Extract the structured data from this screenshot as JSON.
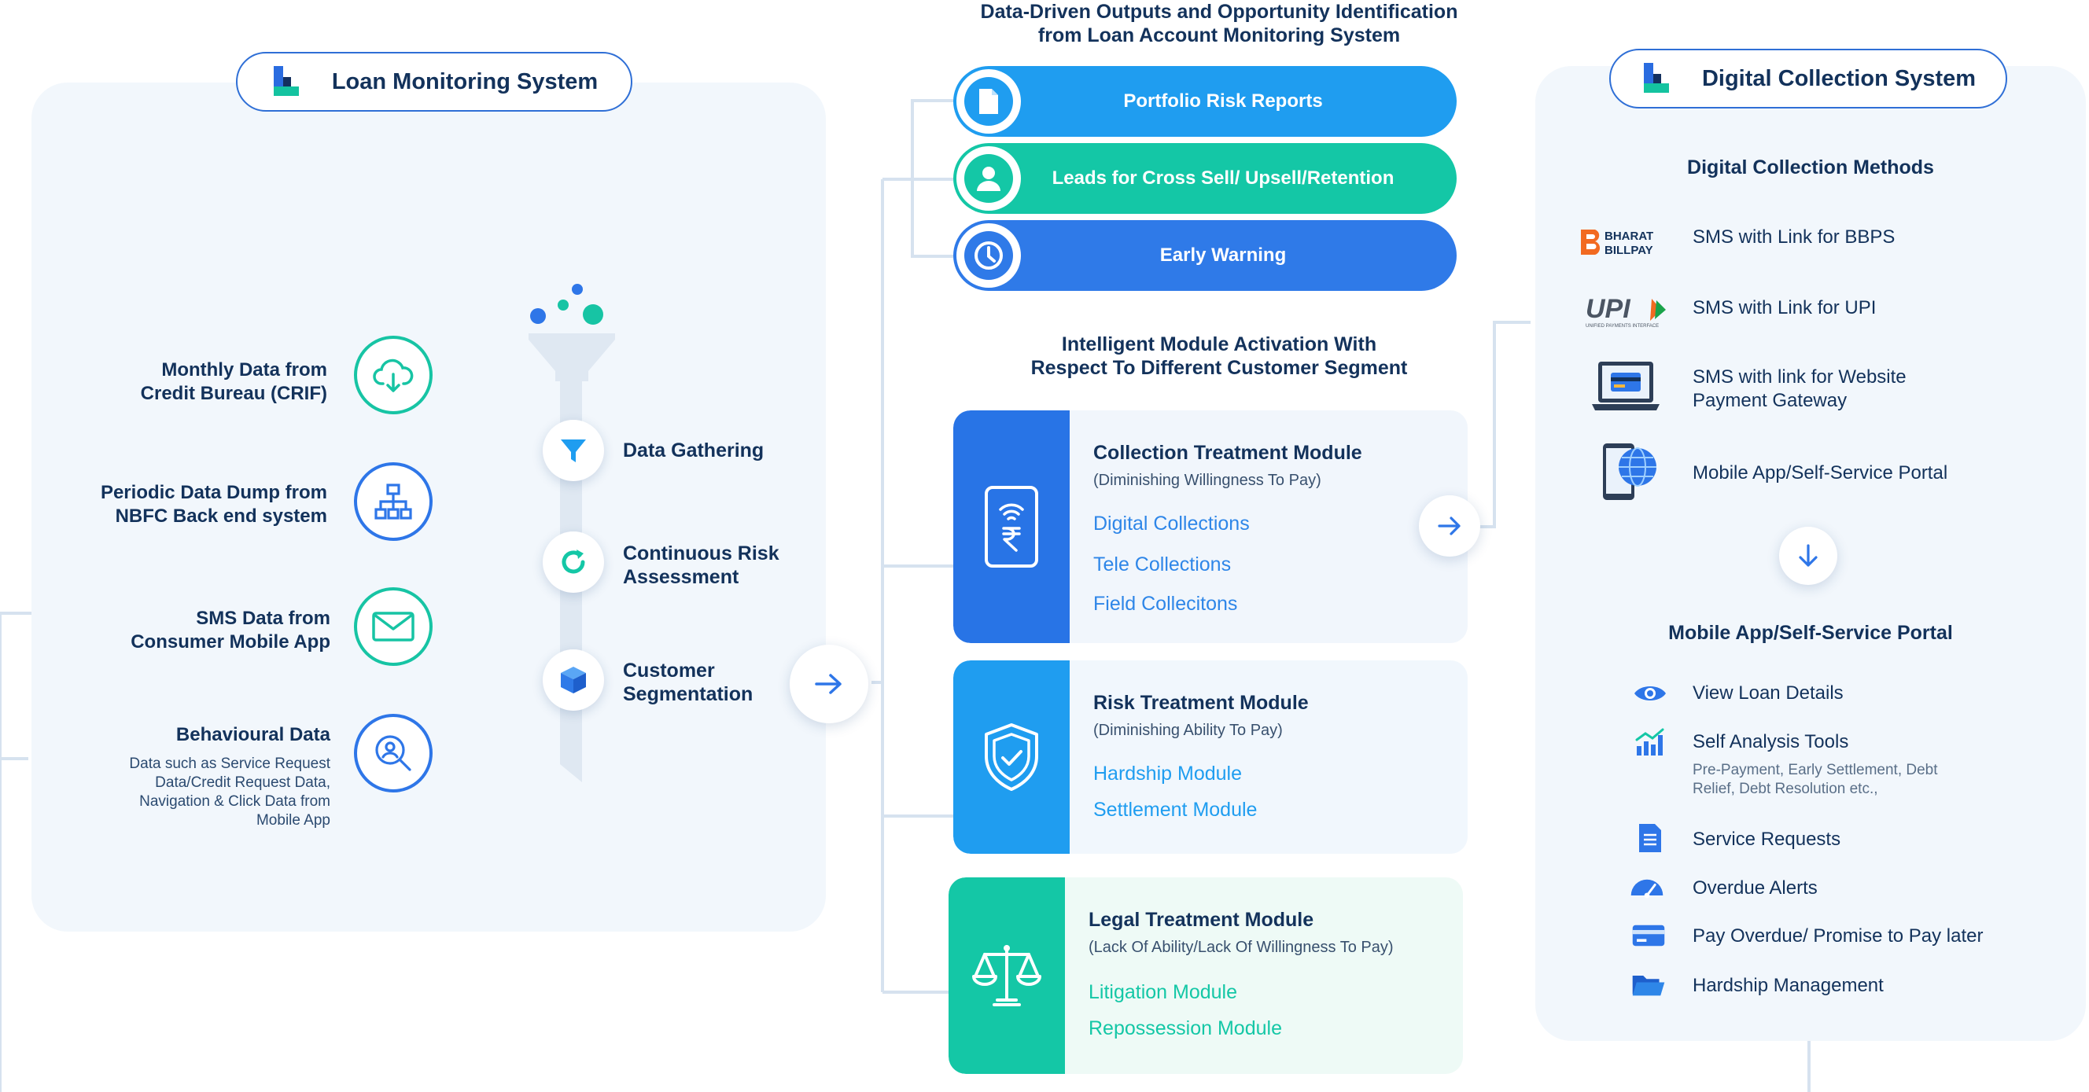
{
  "colors": {
    "teal": "#17c4a4",
    "blue": "#2e76e8",
    "dark_blue": "#13325b",
    "panel": "#f2f7fc",
    "risk_reports": "#1f9df0",
    "leads": "#14c7a6",
    "early_warning": "#2f7ae8"
  },
  "loan_monitoring": {
    "title": "Loan Monitoring System",
    "sources": [
      {
        "label_1": "Monthly Data from",
        "label_2": "Credit Bureau (CRIF)",
        "icon": "cloud-download-icon"
      },
      {
        "label_1": "Periodic Data Dump from",
        "label_2": "NBFC Back end system",
        "icon": "hierarchy-icon"
      },
      {
        "label_1": "SMS Data from",
        "label_2": "Consumer Mobile App",
        "icon": "mail-icon"
      },
      {
        "label_1": "Behavioural Data",
        "icon": "search-user-icon",
        "details": [
          "Data such as Service Request",
          "Data/Credit Request Data,",
          "Navigation & Click Data from",
          "Mobile App"
        ]
      }
    ],
    "stages": [
      {
        "label_1": "Data Gathering",
        "icon": "filter-icon"
      },
      {
        "label_1": "Continuous Risk",
        "label_2": "Assessment",
        "icon": "refresh-icon"
      },
      {
        "label_1": "Customer",
        "label_2": "Segmentation",
        "icon": "cube-icon"
      }
    ]
  },
  "outputs": {
    "heading_1": "Data-Driven Outputs and Opportunity Identification",
    "heading_2": "from Loan Account Monitoring System",
    "items": [
      {
        "label": "Portfolio Risk Reports",
        "icon": "document-icon"
      },
      {
        "label": "Leads for Cross Sell/ Upsell/Retention",
        "icon": "user-icon"
      },
      {
        "label": "Early Warning",
        "icon": "clock-icon"
      }
    ]
  },
  "modules": {
    "heading_1": "Intelligent Module Activation With",
    "heading_2": "Respect To Different Customer Segment",
    "items": [
      {
        "title": "Collection Treatment Module",
        "subtitle": "(Diminishing Willingness To Pay)",
        "icon": "phone-rupee-icon",
        "entries": [
          "Digital Collections",
          "Tele Collections",
          "Field Collecitons"
        ]
      },
      {
        "title": "Risk Treatment Module",
        "subtitle": "(Diminishing Ability To Pay)",
        "icon": "shield-check-icon",
        "entries": [
          "Hardship Module",
          "Settlement Module"
        ]
      },
      {
        "title": "Legal Treatment Module",
        "subtitle": "(Lack Of Ability/Lack Of Willingness To Pay)",
        "icon": "scales-icon",
        "entries": [
          "Litigation Module",
          "Repossession Module"
        ]
      }
    ]
  },
  "digital_collection": {
    "title": "Digital Collection System",
    "methods_heading": "Digital Collection Methods",
    "methods": [
      {
        "label_1": "SMS with Link for BBPS",
        "icon": "bharat-billpay-logo",
        "logo_text_1": "BHARAT",
        "logo_text_2": "BILLPAY"
      },
      {
        "label_1": "SMS with Link for UPI",
        "icon": "upi-logo",
        "logo_text_1": "UPI",
        "logo_text_2": "UNIFIED PAYMENTS INTERFACE"
      },
      {
        "label_1": "SMS with link for Website",
        "label_2": "Payment Gateway",
        "icon": "laptop-card-icon"
      },
      {
        "label_1": "Mobile App/Self-Service Portal",
        "icon": "mobile-globe-icon"
      }
    ],
    "portal_heading": "Mobile App/Self-Service Portal",
    "portal_items": [
      {
        "label": "View Loan Details",
        "icon": "eye-icon"
      },
      {
        "label": "Self Analysis Tools",
        "icon": "bar-chart-icon",
        "details": [
          "Pre-Payment, Early Settlement, Debt",
          "Relief, Debt Resolution etc.,"
        ]
      },
      {
        "label": "Service Requests",
        "icon": "document-lines-icon"
      },
      {
        "label": "Overdue Alerts",
        "icon": "gauge-icon"
      },
      {
        "label": "Pay Overdue/ Promise to Pay later",
        "icon": "card-icon"
      },
      {
        "label": "Hardship Management",
        "icon": "folder-icon"
      }
    ]
  }
}
